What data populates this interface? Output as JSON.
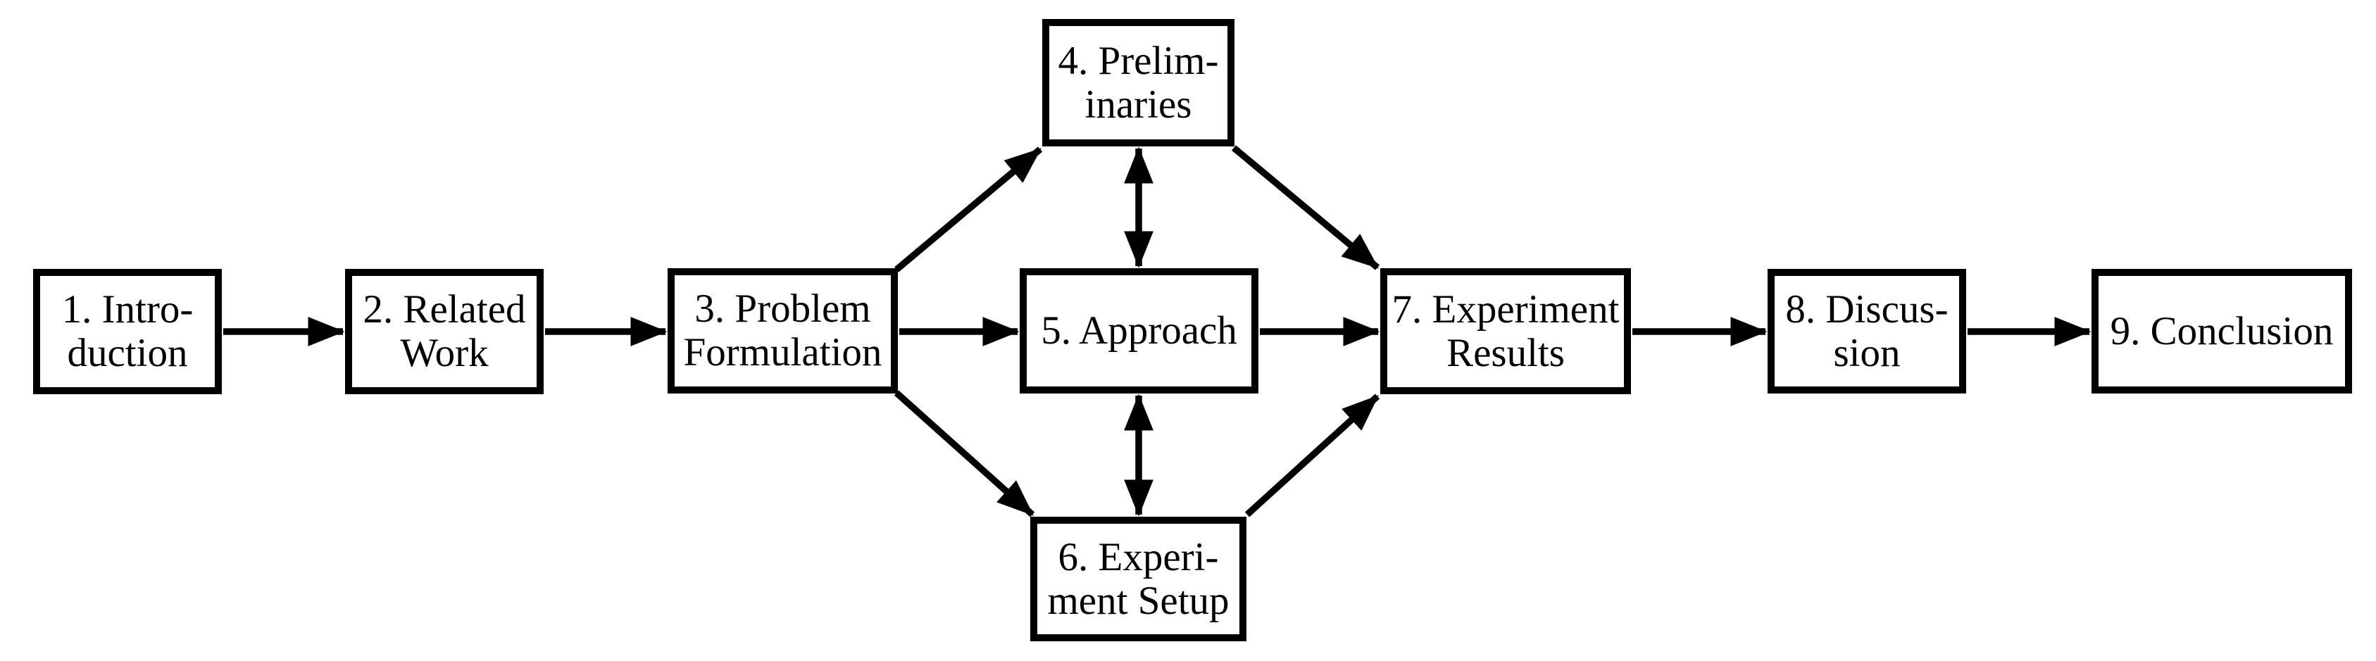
{
  "diagram": {
    "type": "flowchart",
    "background_color": "#ffffff",
    "line_color": "#000000",
    "text_color": "#000000"
  },
  "nodes": [
    {
      "id": "introduction",
      "lines": [
        "1. Intro-",
        "duction"
      ]
    },
    {
      "id": "related-work",
      "lines": [
        "2. Related",
        "Work"
      ]
    },
    {
      "id": "problem-formulation",
      "lines": [
        "3. Problem",
        "Formulation"
      ]
    },
    {
      "id": "preliminaries",
      "lines": [
        "4. Prelim-",
        "inaries"
      ]
    },
    {
      "id": "approach",
      "lines": [
        "5. Approach"
      ]
    },
    {
      "id": "experiment-setup",
      "lines": [
        "6. Experi-",
        "ment Setup"
      ]
    },
    {
      "id": "experiment-results",
      "lines": [
        "7. Experiment",
        "Results"
      ]
    },
    {
      "id": "discussion",
      "lines": [
        "8. Discus-",
        "sion"
      ]
    },
    {
      "id": "conclusion",
      "lines": [
        "9. Conclusion"
      ]
    }
  ],
  "edges": [
    {
      "from": "introduction",
      "to": "related-work",
      "bidirectional": false
    },
    {
      "from": "related-work",
      "to": "problem-formulation",
      "bidirectional": false
    },
    {
      "from": "problem-formulation",
      "to": "preliminaries",
      "bidirectional": false
    },
    {
      "from": "problem-formulation",
      "to": "approach",
      "bidirectional": false
    },
    {
      "from": "problem-formulation",
      "to": "experiment-setup",
      "bidirectional": false
    },
    {
      "from": "preliminaries",
      "to": "approach",
      "bidirectional": true
    },
    {
      "from": "approach",
      "to": "experiment-setup",
      "bidirectional": true
    },
    {
      "from": "preliminaries",
      "to": "experiment-results",
      "bidirectional": false
    },
    {
      "from": "approach",
      "to": "experiment-results",
      "bidirectional": false
    },
    {
      "from": "experiment-setup",
      "to": "experiment-results",
      "bidirectional": false
    },
    {
      "from": "experiment-results",
      "to": "discussion",
      "bidirectional": false
    },
    {
      "from": "discussion",
      "to": "conclusion",
      "bidirectional": false
    }
  ]
}
